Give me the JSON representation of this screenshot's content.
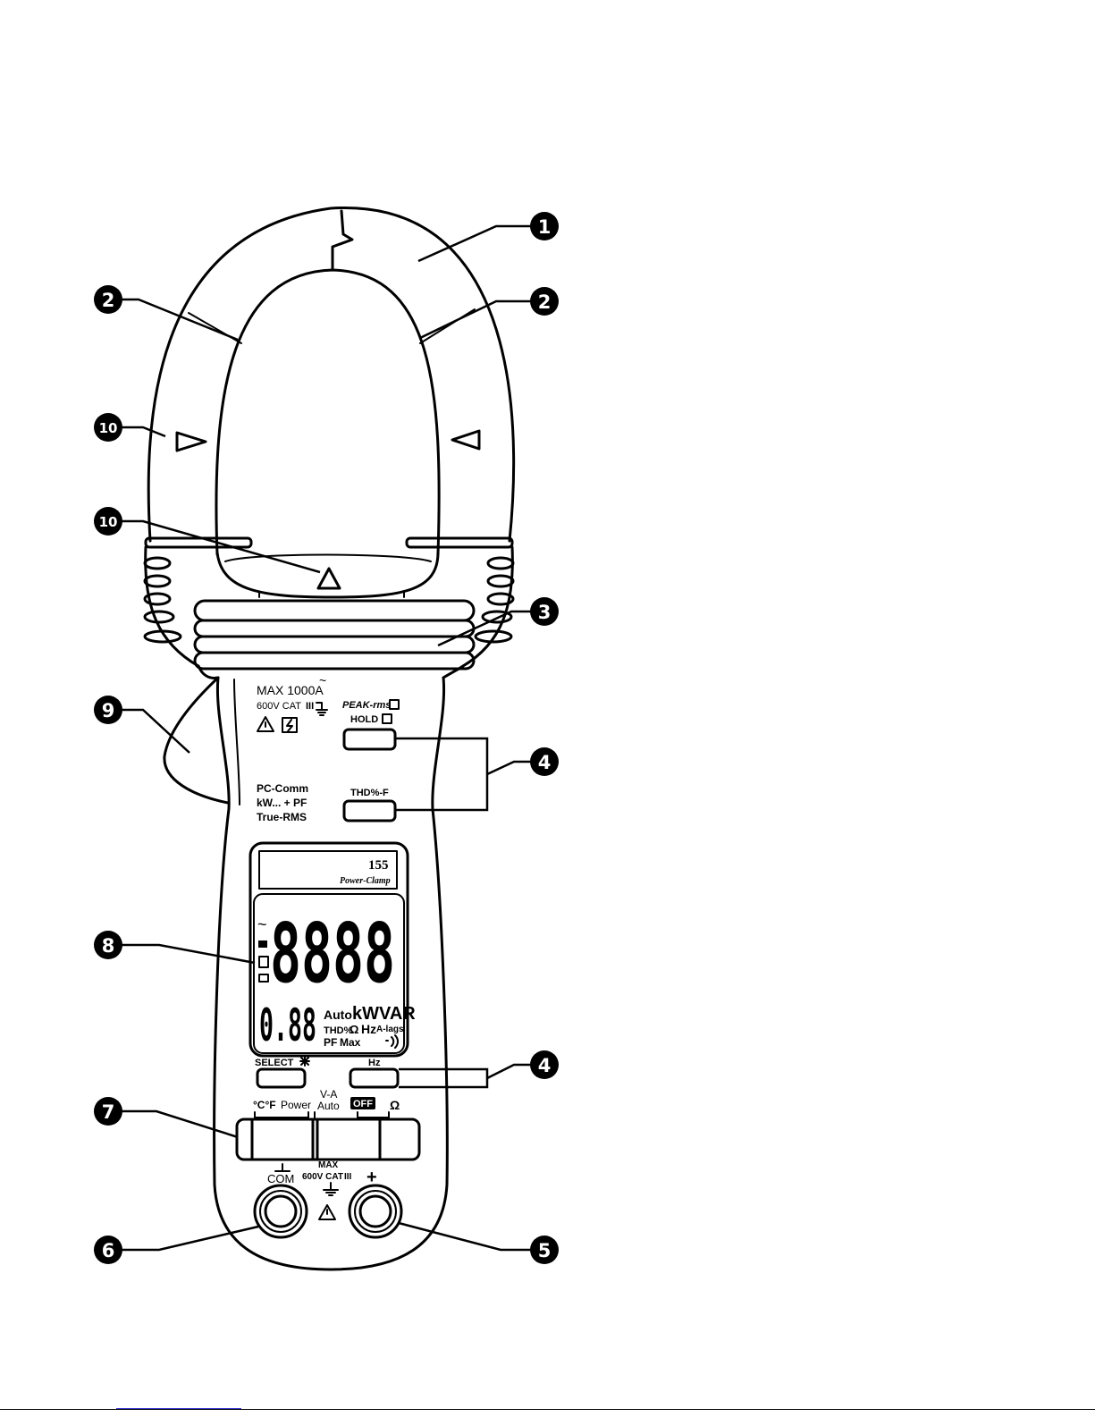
{
  "device": {
    "max_current": "MAX 1000A",
    "max_current_symbol": "~",
    "voltage_rating": "600V CAT",
    "voltage_rating_roman": "III",
    "feature_lines": [
      "PC-Comm",
      "kW... + PF",
      "True-RMS"
    ],
    "buttons": {
      "peak_rms": "PEAK-rms",
      "hold": "HOLD",
      "thd": "THD%-F",
      "select": "SELECT",
      "hz": "Hz"
    },
    "display": {
      "model": "155",
      "brand": "Power-Clamp",
      "main_digits": "8888",
      "ac_symbol": "~",
      "sub_digits": "0.88",
      "annunciators": [
        "Auto",
        "kWVAR",
        "THD%",
        "Ω",
        "Hz",
        "A-lags",
        "PF",
        "Max"
      ]
    },
    "rotary_switch": [
      "°C°F",
      "Power",
      "V-A",
      "Auto",
      "OFF",
      "Ω"
    ],
    "terminals": {
      "com_label": "COM",
      "max_label": "MAX",
      "rating": "600V CAT",
      "rating_roman": "III",
      "plus_label": "+"
    }
  },
  "callouts": [
    "1",
    "2",
    "2",
    "10",
    "10",
    "3",
    "9",
    "4",
    "8",
    "4",
    "7",
    "6",
    "5"
  ]
}
